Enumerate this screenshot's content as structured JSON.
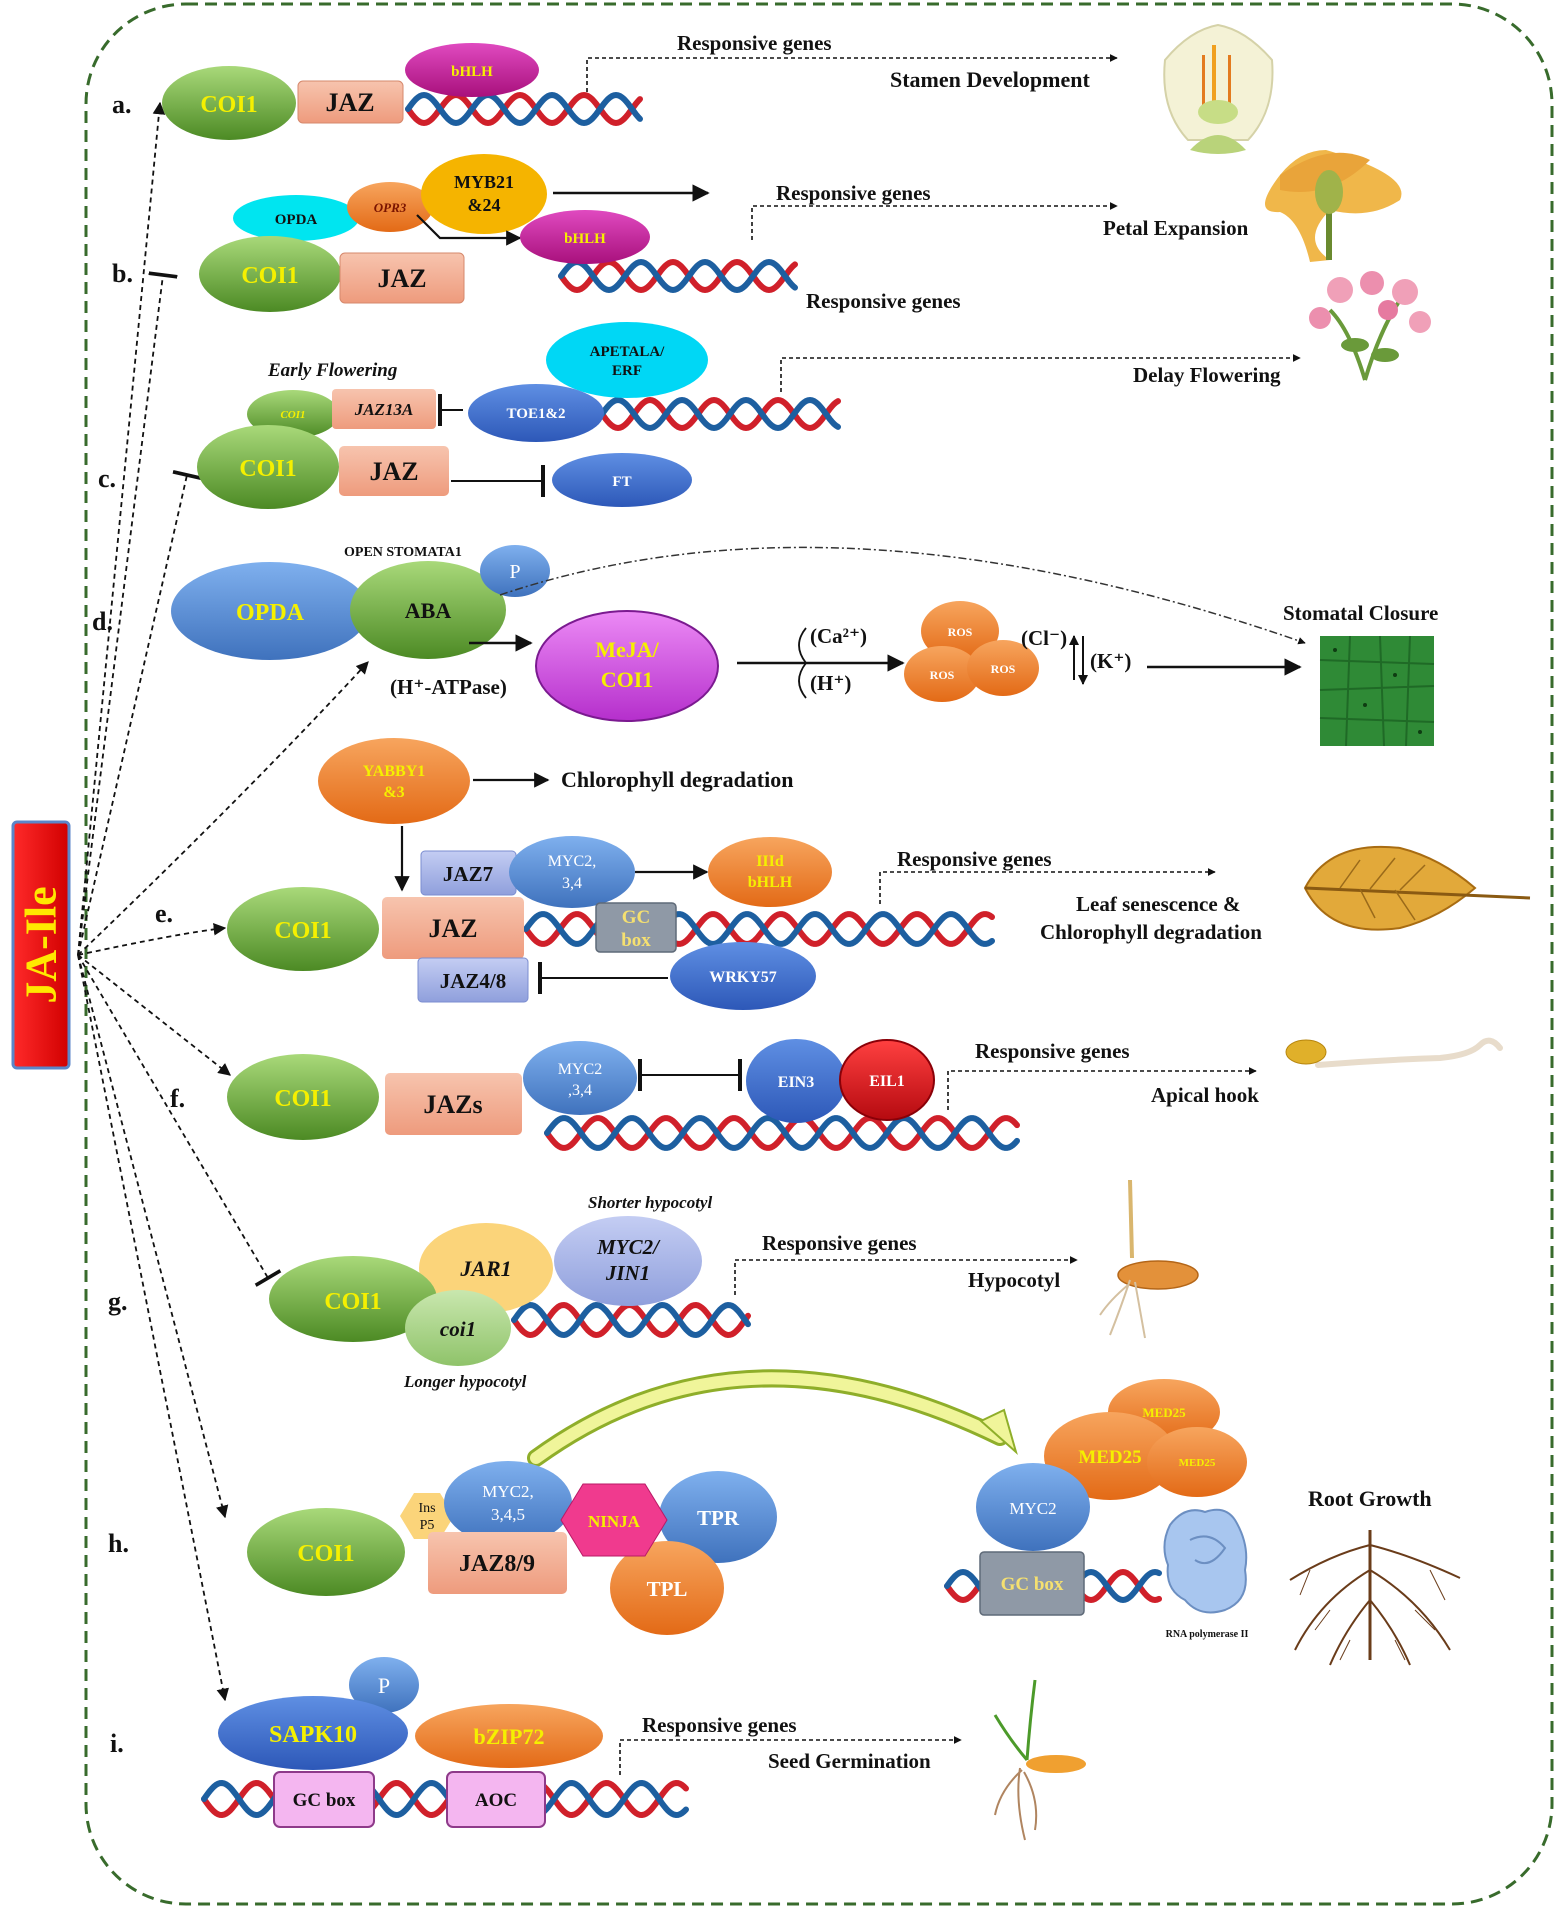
{
  "main_label": "JA-Ile",
  "panels": [
    {
      "id": "a",
      "label": "a."
    },
    {
      "id": "b",
      "label": "b."
    },
    {
      "id": "c",
      "label": "c."
    },
    {
      "id": "d",
      "label": "d."
    },
    {
      "id": "e",
      "label": "e."
    },
    {
      "id": "f",
      "label": "f."
    },
    {
      "id": "g",
      "label": "g."
    },
    {
      "id": "h",
      "label": "h."
    },
    {
      "id": "i",
      "label": "i."
    }
  ],
  "a": {
    "coi1": "COI1",
    "jaz": "JAZ",
    "bhlh": "bHLH",
    "responsive": "Responsive genes",
    "outcome": "Stamen Development"
  },
  "b": {
    "opda": "OPDA",
    "opr3": "OPR3",
    "myb": [
      "MYB21",
      "&24"
    ],
    "bhlh": "bHLH",
    "coi1": "COI1",
    "jaz": "JAZ",
    "responsive_top": "Responsive genes",
    "outcome": "Petal Expansion",
    "responsive_bottom": "Responsive genes"
  },
  "c": {
    "early": "Early Flowering",
    "coi1_small": "COI1",
    "jaz13a": "JAZ13A",
    "apetala": [
      "APETALA/",
      "ERF"
    ],
    "toe": "TOE1&2",
    "coi1": "COI1",
    "jaz": "JAZ",
    "ft": "FT",
    "outcome": "Delay Flowering"
  },
  "d": {
    "open_stomata": "OPEN STOMATA1",
    "p": "P",
    "opda": "OPDA",
    "aba": "ABA",
    "meja": [
      "MeJA/",
      "COI1"
    ],
    "h_atpase": "(H⁺-ATPase)",
    "ca": "(Ca²⁺)",
    "h": "(H⁺)",
    "ros": "ROS",
    "cl": "(Cl⁻)",
    "k": "(K⁺)",
    "outcome": "Stomatal Closure"
  },
  "e": {
    "yabby": [
      "YABBY1",
      "&3"
    ],
    "chlorophyll": "Chlorophyll degradation",
    "jaz7": "JAZ7",
    "myc": [
      "MYC2,",
      "3,4"
    ],
    "iiid": [
      "IIId",
      "bHLH"
    ],
    "responsive": "Responsive genes",
    "coi1": "COI1",
    "jaz": "JAZ",
    "gc": [
      "GC",
      "box"
    ],
    "outcome": [
      "Leaf senescence &",
      "Chlorophyll degradation"
    ],
    "jaz48": "JAZ4/8",
    "wrky": "WRKY57"
  },
  "f": {
    "coi1": "COI1",
    "jazs": "JAZs",
    "myc": [
      "MYC2",
      ",3,4"
    ],
    "ein3": "EIN3",
    "eil1": "EIL1",
    "responsive": "Responsive genes",
    "outcome": "Apical hook"
  },
  "g": {
    "shorter": "Shorter hypocotyl",
    "jar1": "JAR1",
    "myc": [
      "MYC2/",
      "JIN1"
    ],
    "responsive": "Responsive genes",
    "coi1": "COI1",
    "coi1_mut": "coi1",
    "outcome": "Hypocotyl",
    "longer": "Longer hypocotyl"
  },
  "h": {
    "coi1": "COI1",
    "insp5": [
      "Ins",
      "P5"
    ],
    "myc": [
      "MYC2,",
      "3,4,5"
    ],
    "jaz89": "JAZ8/9",
    "ninja": "NINJA",
    "tpr": "TPR",
    "tpl": "TPL",
    "med25": "MED25",
    "myc2": "MYC2",
    "gcbox": "GC box",
    "rnapol": "RNA polymerase II",
    "outcome": "Root Growth"
  },
  "i": {
    "p": "P",
    "sapk": "SAPK10",
    "bzip": "bZIP72",
    "responsive": "Responsive genes",
    "outcome": "Seed Germination",
    "gcbox": "GC box",
    "aoc": "AOC"
  },
  "colors": {
    "coi1": "#6aac3c",
    "jaz": "#f2a98e",
    "bhlh": "#c21896",
    "myb": "#f5b400",
    "opda": "#00e5f0",
    "opr3": "#ec7a25",
    "blue_node": "#4a7fcf",
    "meja": "#c843d9",
    "ros": "#ee7d28",
    "yabby": "#ee7d28",
    "jaz_blue": "#90a4dd",
    "ninja": "#f03a8e",
    "red": "#d0141a",
    "dna_red": "#d0202a",
    "dna_blue": "#1d5fa0",
    "frame": "#386b2c",
    "main_bg": "#e60000"
  }
}
